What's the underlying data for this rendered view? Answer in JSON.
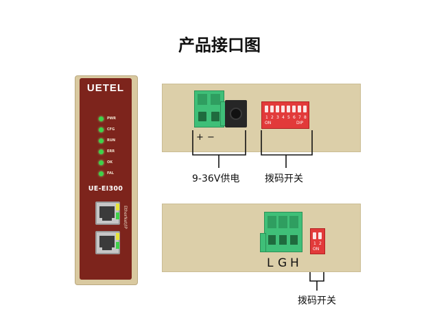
{
  "title": "产品接口图",
  "device": {
    "brand": "UETEL",
    "model": "UE-EI300",
    "side_text": "EtherNet/IP",
    "leds": [
      {
        "label": "PWR"
      },
      {
        "label": "CFG"
      },
      {
        "label": "RUN"
      },
      {
        "label": "ERR"
      },
      {
        "label": "OK"
      },
      {
        "label": "FAL"
      }
    ]
  },
  "top_panel": {
    "power_plus": "+",
    "power_minus": "−",
    "power_label": "9-36V供电",
    "dip_numbers": [
      "1",
      "2",
      "3",
      "4",
      "5",
      "6",
      "7",
      "8"
    ],
    "dip_on": "ON",
    "dip_dip": "DIP",
    "dip_label": "拨码开关"
  },
  "bottom_panel": {
    "terminal_labels": [
      "L",
      "G",
      "H"
    ],
    "dip_numbers": [
      "1",
      "2"
    ],
    "dip_on": "ON",
    "dip_label": "拨码开关"
  },
  "colors": {
    "device_body": "#d9c9a0",
    "device_panel": "#7d241c",
    "led_green": "#3fd24a",
    "terminal_green": "#3fbf78",
    "dip_red": "#e23a3a",
    "panel_beige": "#dccfa9"
  }
}
